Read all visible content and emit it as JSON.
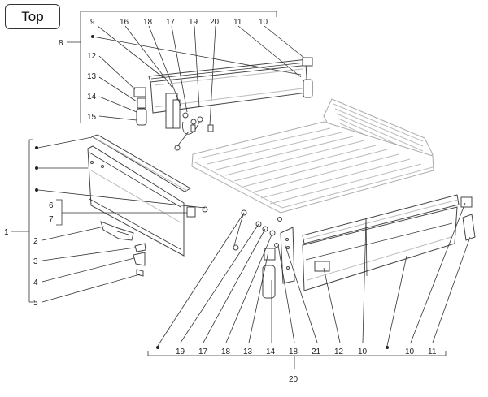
{
  "view_tab": {
    "label": "Top"
  },
  "callouts": {
    "n1": "1",
    "n2": "2",
    "n3": "3",
    "n4": "4",
    "n5": "5",
    "n6": "6",
    "n7": "7",
    "n8": "8",
    "n9": "9",
    "n10": "10",
    "n11": "11",
    "n12": "12",
    "n13": "13",
    "n14": "14",
    "n15": "15",
    "n16": "16",
    "n17": "17",
    "n18": "18",
    "n19": "19",
    "n20": "20",
    "n21": "21"
  }
}
